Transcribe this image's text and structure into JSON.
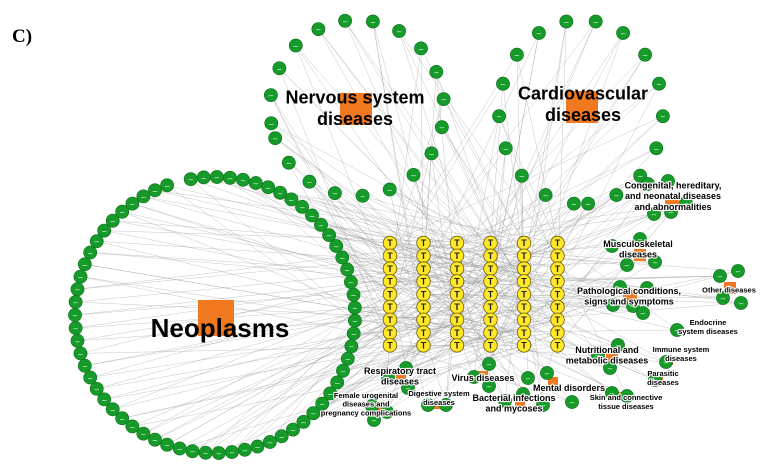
{
  "panel_label": "C)",
  "node_glyphs": {
    "gene": "–",
    "target": "T"
  },
  "colors": {
    "gene_node": "#169b2a",
    "gene_node_stroke": "#0c6e1b",
    "target_node": "#ffe82a",
    "target_node_stroke": "#6b5d00",
    "disease_node": "#f0781e",
    "edge": "#9a9a9a",
    "label": "#000000"
  },
  "target_grid": {
    "rows": 9,
    "cols": 6,
    "count": 54
  },
  "disease_classes": [
    {
      "id": "neoplasms",
      "label": "Neoplasms",
      "gene_count": 66
    },
    {
      "id": "nervous",
      "label": "Nervous system diseases",
      "gene_count": 20
    },
    {
      "id": "cardio",
      "label": "Cardiovascular diseases",
      "gene_count": 18
    },
    {
      "id": "congenital",
      "label": "Congenital, hereditary, and neonatal diseases and abnormalities",
      "gene_count": 5
    },
    {
      "id": "musculo",
      "label": "Musculoskeletal diseases",
      "gene_count": 4
    },
    {
      "id": "pathological",
      "label": "Pathological conditions, signs and symptoms",
      "gene_count": 5
    },
    {
      "id": "other",
      "label": "Other diseases",
      "gene_count": 4
    },
    {
      "id": "endocrine",
      "label": "Endocrine system diseases",
      "gene_count": 1
    },
    {
      "id": "nutritional",
      "label": "Nutritional and metabolic diseases",
      "gene_count": 3
    },
    {
      "id": "immune",
      "label": "Immune system diseases",
      "gene_count": 1
    },
    {
      "id": "parasitic",
      "label": "Parasitic diseases",
      "gene_count": 1
    },
    {
      "id": "respiratory",
      "label": "Respiratory tract diseases",
      "gene_count": 3
    },
    {
      "id": "virus",
      "label": "Virus diseases",
      "gene_count": 3
    },
    {
      "id": "mental",
      "label": "Mental disorders",
      "gene_count": 3
    },
    {
      "id": "bacterial",
      "label": "Bacterial infections and mycoses",
      "gene_count": 3
    },
    {
      "id": "skin",
      "label": "Skin and connective tissue diseases",
      "gene_count": 2
    },
    {
      "id": "digestive",
      "label": "Digestive system diseases",
      "gene_count": 2
    },
    {
      "id": "female",
      "label": "Female urogenital diseases and pregnancy complications",
      "gene_count": 3
    }
  ]
}
